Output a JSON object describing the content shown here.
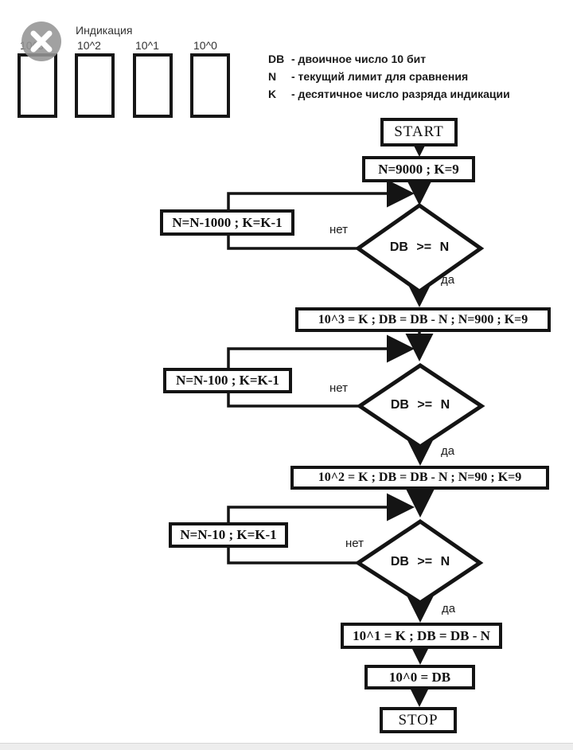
{
  "window": {
    "close_label": "close"
  },
  "indicator_panel": {
    "title": "Индикация",
    "digits": [
      {
        "label": "10^3"
      },
      {
        "label": "10^2"
      },
      {
        "label": "10^1"
      },
      {
        "label": "10^0"
      }
    ]
  },
  "legend": {
    "items": [
      {
        "term": "DB",
        "desc": "- двоичное число  10 бит"
      },
      {
        "term": "N",
        "desc": "- текущий лимит для сравнения"
      },
      {
        "term": "K",
        "desc": "- десятичное число разряда индикации"
      }
    ]
  },
  "flowchart": {
    "start_label": "START",
    "init_label": "N=9000 ; K=9",
    "decision_label": "DB >= N",
    "branch_no": "нет",
    "branch_yes": "да",
    "loops": [
      {
        "label": "N=N-1000 ; K=K-1"
      },
      {
        "label": "N=N-100 ; K=K-1"
      },
      {
        "label": "N=N-10 ; K=K-1"
      }
    ],
    "process": [
      {
        "label": "10^3 = K ; DB = DB - N ; N=900 ; K=9"
      },
      {
        "label": "10^2 = K ; DB = DB - N ; N=90 ; K=9"
      },
      {
        "label": "10^1 = K ; DB = DB - N"
      },
      {
        "label": "10^0 = DB"
      }
    ],
    "stop_label": "STOP"
  },
  "colors": {
    "line": "#141414",
    "close_circle": "#949494",
    "footer": "#ededed"
  }
}
